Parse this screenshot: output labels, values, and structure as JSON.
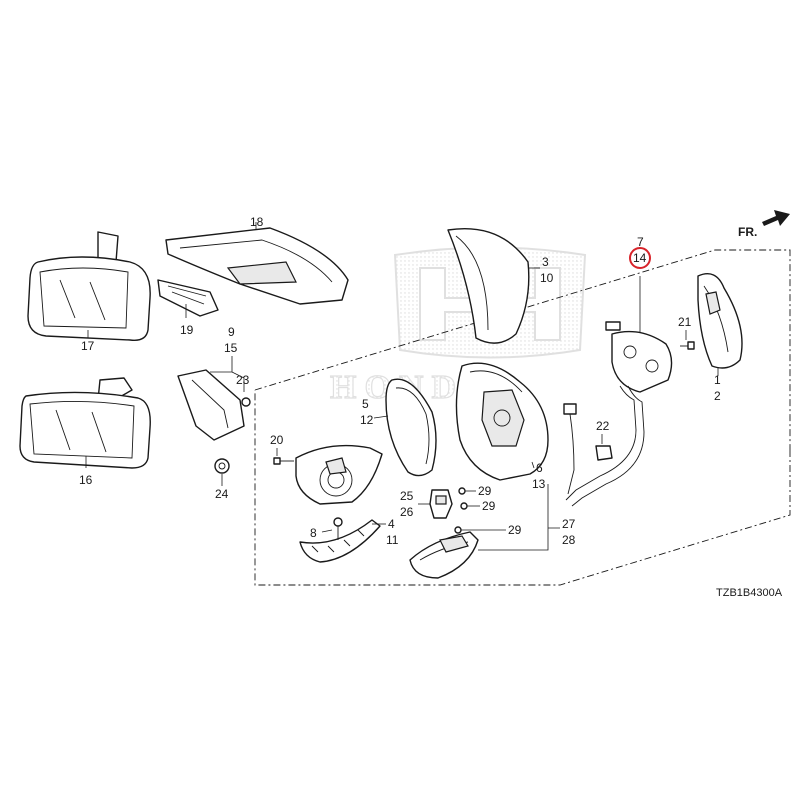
{
  "diagram": {
    "direction_label": "FR.",
    "diagram_code": "TZB1B4300A",
    "highlight_color": "#d8232a",
    "callouts": {
      "c18": "18",
      "c19": "19",
      "c17": "17",
      "c16": "16",
      "c9": "9",
      "c15": "15",
      "c23": "23",
      "c20": "20",
      "c24": "24",
      "c8": "8",
      "c4": "4",
      "c11": "11",
      "c3": "3",
      "c10": "10",
      "c5": "5",
      "c12": "12",
      "c6": "6",
      "c13": "13",
      "c25": "25",
      "c26": "26",
      "c29a": "29",
      "c29b": "29",
      "c29c": "29",
      "c27": "27",
      "c28": "28",
      "c7": "7",
      "c14": "14",
      "c21": "21",
      "c1": "1",
      "c2": "2",
      "c22": "22"
    }
  }
}
